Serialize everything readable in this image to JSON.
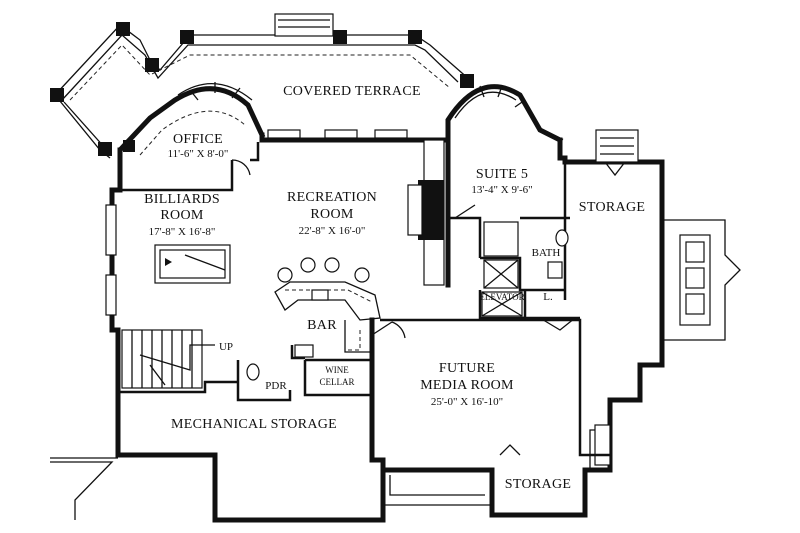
{
  "rooms": {
    "covered_terrace": "COVERED TERRACE",
    "office": "OFFICE",
    "office_dim": "11'-6\" X 8'-0\"",
    "billiards_line1": "BILLIARDS",
    "billiards_line2": "ROOM",
    "billiards_dim": "17'-8\" X 16'-8\"",
    "recreation_line1": "RECREATION",
    "recreation_line2": "ROOM",
    "recreation_dim": "22'-8\" X 16'-0\"",
    "suite5": "SUITE 5",
    "suite5_dim": "13'-4\" X 9'-6\"",
    "storage_right": "STORAGE",
    "bath": "BATH",
    "elevator": "ELEVATOR",
    "linen": "L.",
    "bar": "BAR",
    "up": "UP",
    "pdr": "PDR",
    "wine_line1": "WINE",
    "wine_line2": "CELLAR",
    "future_line1": "FUTURE",
    "future_line2": "MEDIA ROOM",
    "future_dim": "25'-0\" X 16'-10\"",
    "mechanical": "MECHANICAL STORAGE",
    "storage_bottom": "STORAGE"
  }
}
